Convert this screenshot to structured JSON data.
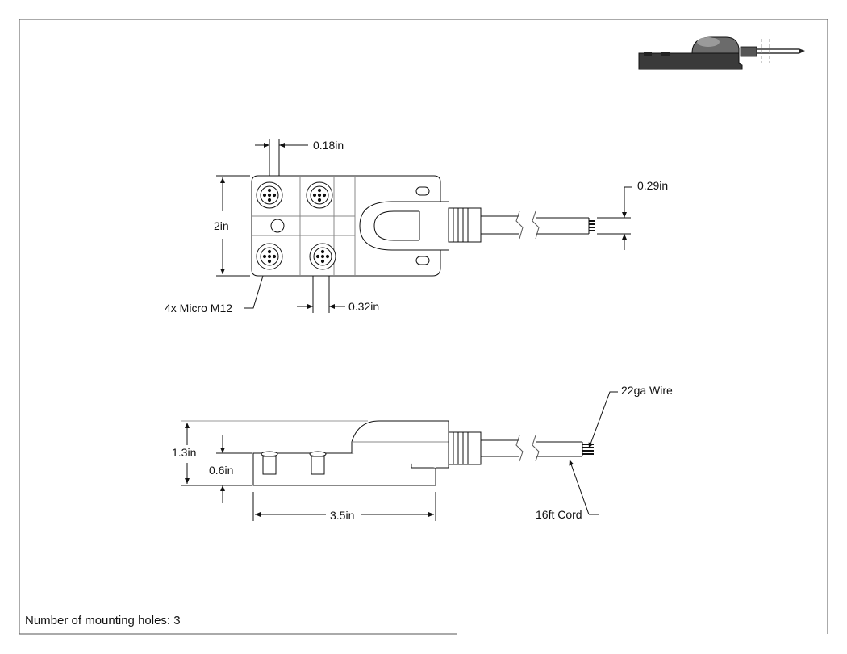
{
  "dimensions": {
    "thread_offset": "0.18in",
    "wire_diameter": "0.29in",
    "body_width": "2in",
    "connector_label": "4x Micro M12",
    "port_spacing": "0.32in",
    "wire_gauge": "22ga Wire",
    "total_height": "1.3in",
    "base_height": "0.6in",
    "body_length": "3.5in",
    "cord_length": "16ft Cord"
  },
  "notes": {
    "mounting_holes": "Number of mounting holes: 3"
  },
  "colors": {
    "line": "#111111",
    "thumbnail_body": "#3a3a3a"
  }
}
